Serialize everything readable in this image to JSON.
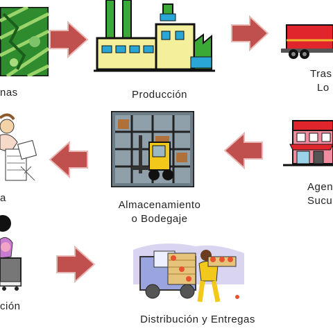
{
  "diagram": {
    "nodes": [
      {
        "id": "materias-primas",
        "label": "nas",
        "icon": "farm-field-icon"
      },
      {
        "id": "produccion",
        "label": "Producción",
        "icon": "factory-icon"
      },
      {
        "id": "transporte",
        "label_lines": [
          "Tras",
          "Lo"
        ],
        "icon": "truck-icon"
      },
      {
        "id": "agencias",
        "label_lines": [
          "Agen",
          "Sucu"
        ],
        "icon": "storefront-icon"
      },
      {
        "id": "almacenamiento",
        "label_lines": [
          "Almacenamiento",
          "o Bodegaje"
        ],
        "icon": "warehouse-forklift-icon"
      },
      {
        "id": "venta",
        "label": "a",
        "icon": "clerk-boxes-icon"
      },
      {
        "id": "consumo",
        "label": "ción",
        "icon": "customer-icon"
      },
      {
        "id": "distribucion",
        "label": "Distribución y Entregas",
        "icon": "delivery-van-icon"
      }
    ],
    "arrows": [
      {
        "from": "materias-primas",
        "to": "produccion",
        "direction": "right"
      },
      {
        "from": "produccion",
        "to": "transporte",
        "direction": "right"
      },
      {
        "from": "agencias",
        "to": "almacenamiento",
        "direction": "left"
      },
      {
        "from": "almacenamiento",
        "to": "venta",
        "direction": "left"
      },
      {
        "from": "consumo",
        "to": "distribucion",
        "direction": "right"
      }
    ],
    "colors": {
      "arrow": "#c0504d",
      "arrow_dark": "#9b3533",
      "factory_green": "#3aa935",
      "truck_red": "#e0252d"
    }
  }
}
